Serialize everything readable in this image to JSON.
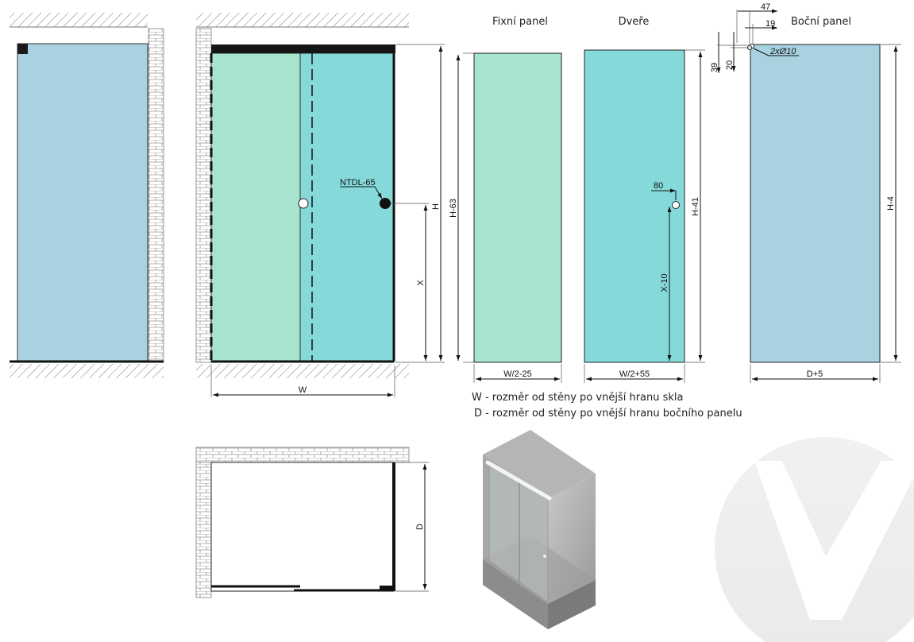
{
  "panels": {
    "fixed_title": "Fixní panel",
    "door_title": "Dveře",
    "side_title": "Boční panel"
  },
  "labels": {
    "ntdl": "NTDL-65",
    "H": "H",
    "X": "X",
    "W": "W",
    "D": "D",
    "fixed_height": "H-63",
    "fixed_width": "W/2-25",
    "door_height": "H-41",
    "door_width": "W/2+55",
    "door_hole_offset": "80",
    "door_hole_height": "X-10",
    "side_height": "H-4",
    "side_width": "D+5",
    "dim_47": "47",
    "dim_19": "19",
    "dim_39": "39",
    "dim_20": "20",
    "holes": "2xØ10"
  },
  "notes": {
    "w_note": "W - rozměr od stěny po vnější hranu skla",
    "d_note": "D - rozměr od stěny po vnější hranu bočního panelu"
  },
  "colors": {
    "fixed_glass": "#a7e3cf",
    "door_glass": "#85d9d8",
    "side_glass": "#a8d2e0",
    "profile": "#111111"
  }
}
